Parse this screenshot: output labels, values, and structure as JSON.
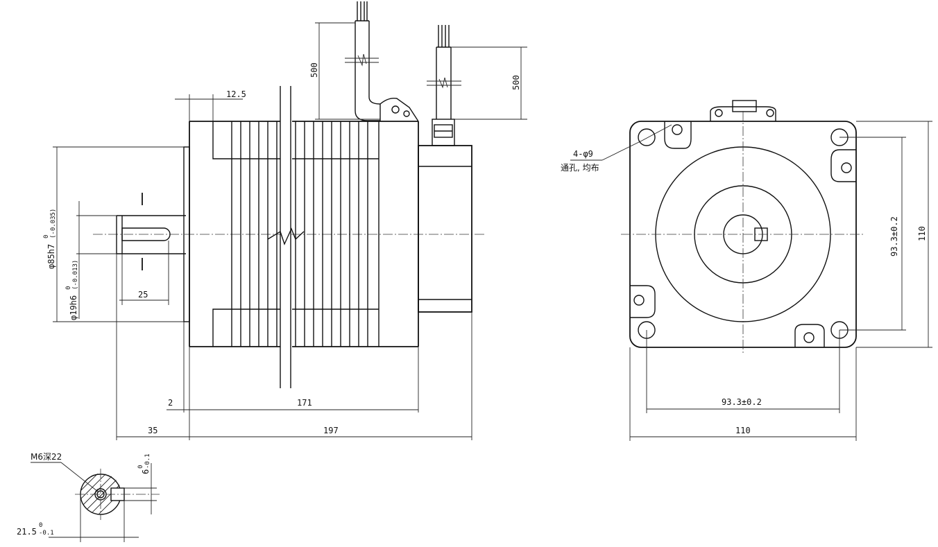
{
  "side_view": {
    "dim_shaft_step": "12.5",
    "dim_cable_a": "500",
    "dim_cable_b": "500",
    "dim_body_diameter_main": "φ85h7",
    "dim_body_diameter_tol_upper": "0",
    "dim_body_diameter_tol_lower": "(-0.035)",
    "dim_shaft_diameter_main": "φ19h6",
    "dim_shaft_diameter_tol_upper": "0",
    "dim_shaft_diameter_tol_lower": "(-0.013)",
    "dim_key_length": "25",
    "dim_flange": "2",
    "dim_body_length": "171",
    "dim_shaft_length": "35",
    "dim_total_length": "197"
  },
  "front_view": {
    "hole_callout": "4-φ9",
    "hole_note": "通孔, 均布",
    "dim_hole_pitch_vertical": "93.3±0.2",
    "dim_height": "110",
    "dim_hole_pitch_horizontal": "93.3±0.2",
    "dim_width": "110"
  },
  "section_view": {
    "thread_callout": "M6深22",
    "dim_key_height_main": "6",
    "dim_key_height_tol_upper": "0",
    "dim_key_height_tol_lower": "-0.1",
    "dim_shaft_flat_main": "21.5",
    "dim_shaft_flat_tol_upper": "0",
    "dim_shaft_flat_tol_lower": "-0.1"
  }
}
